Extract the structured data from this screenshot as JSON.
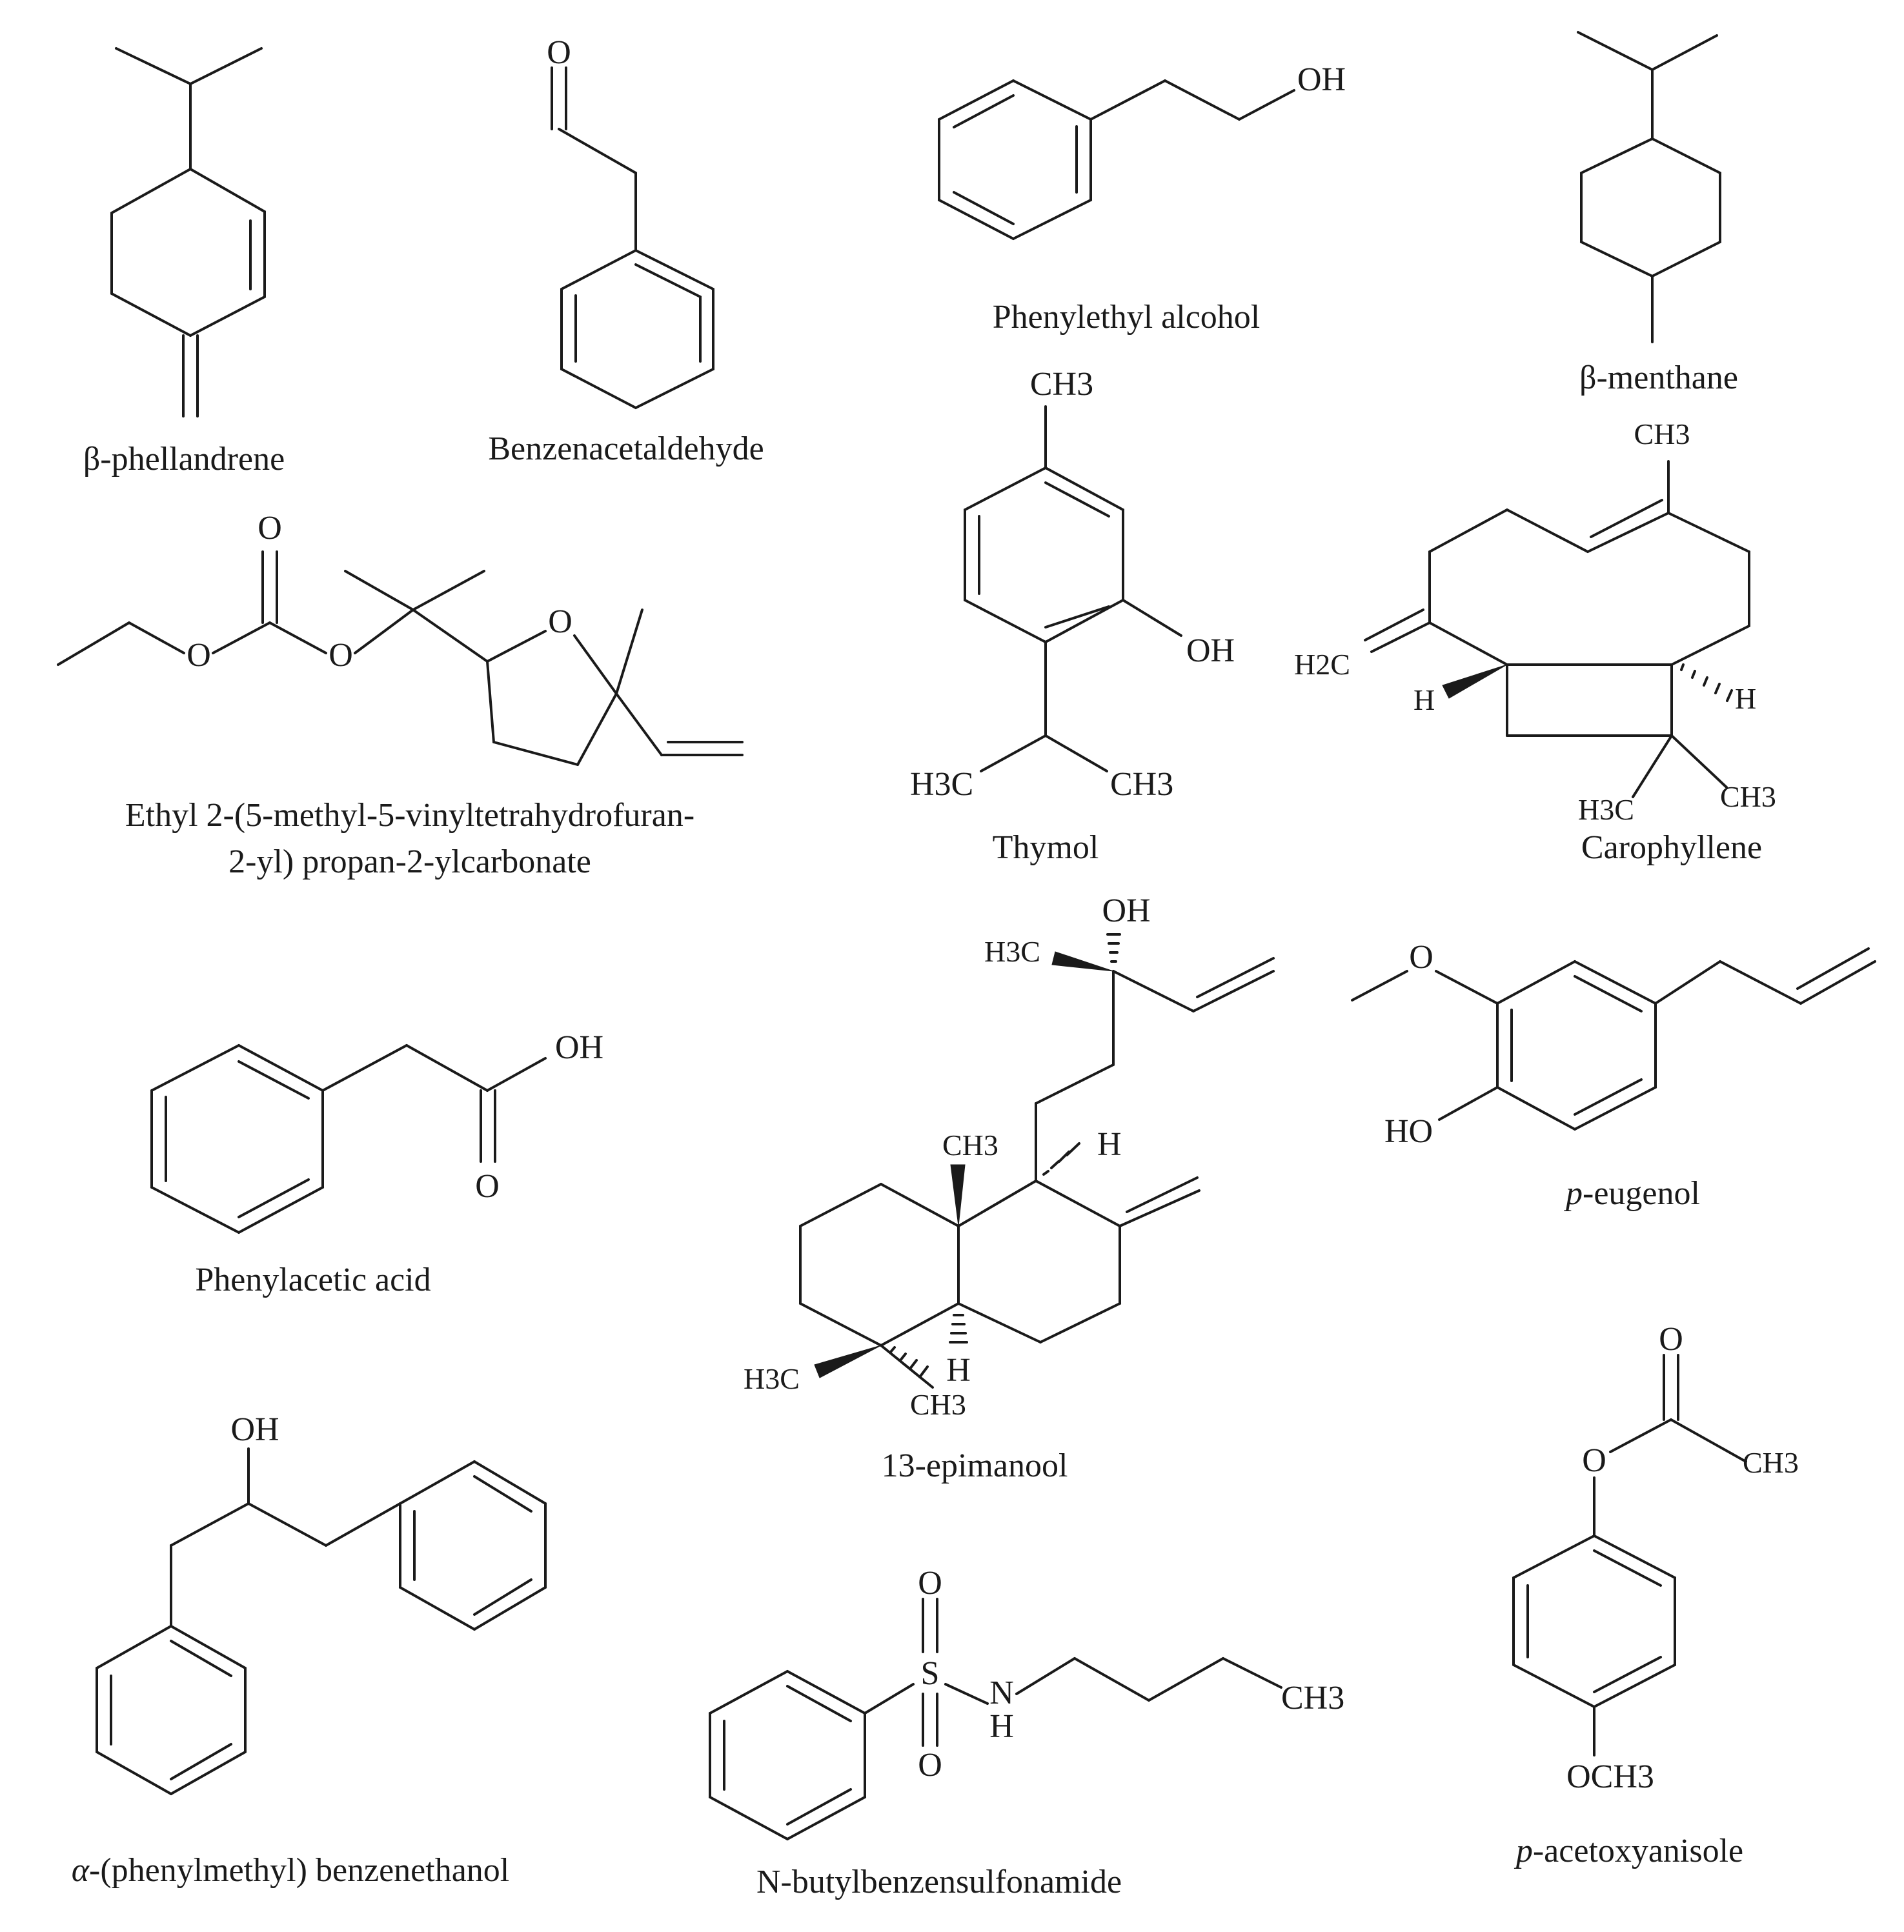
{
  "compounds": [
    {
      "id": "beta-phellandrene",
      "name": "β-phellandrene",
      "atoms": []
    },
    {
      "id": "benzenacetaldehyde",
      "name": "Benzenacetaldehyde",
      "atoms": [
        "O"
      ]
    },
    {
      "id": "phenylethyl-alcohol",
      "name": "Phenylethyl alcohol",
      "atoms": [
        "OH"
      ]
    },
    {
      "id": "beta-menthane",
      "name": "β-menthane",
      "atoms": []
    },
    {
      "id": "ethyl-carbonate",
      "name_line1": "Ethyl 2-(5-methyl-5-vinyltetrahydrofuran-",
      "name_line2": "2-yl) propan-2-ylcarbonate",
      "atoms": [
        "O",
        "O",
        "O",
        "O"
      ]
    },
    {
      "id": "thymol",
      "name": "Thymol",
      "atoms": [
        "CH3",
        "OH",
        "H3C",
        "CH3"
      ]
    },
    {
      "id": "carophyllene",
      "name": "Carophyllene",
      "atoms": [
        "CH3",
        "H2C",
        "H",
        "H",
        "H3C",
        "CH3"
      ]
    },
    {
      "id": "phenylacetic-acid",
      "name": "Phenylacetic acid",
      "atoms": [
        "OH",
        "O"
      ]
    },
    {
      "id": "epimanool",
      "name": "13-epimanool",
      "atoms": [
        "OH",
        "H3C",
        "CH3",
        "H",
        "H3C",
        "H",
        "CH3"
      ]
    },
    {
      "id": "p-eugenol",
      "name_prefix": "p",
      "name_rest": "-eugenol",
      "atoms": [
        "O",
        "HO"
      ]
    },
    {
      "id": "alpha-phenylmethyl",
      "name_prefix": "α",
      "name_rest": "-(phenylmethyl) benzenethanol",
      "atoms": [
        "OH"
      ]
    },
    {
      "id": "n-butylbenzensulfonamide",
      "name": "N-butylbenzensulfonamide",
      "atoms": [
        "O",
        "S",
        "O",
        "N",
        "H",
        "CH3"
      ]
    },
    {
      "id": "p-acetoxyanisole",
      "name_prefix": "p",
      "name_rest": "-acetoxyanisole",
      "atoms": [
        "O",
        "O",
        "CH3",
        "OCH3"
      ]
    }
  ]
}
